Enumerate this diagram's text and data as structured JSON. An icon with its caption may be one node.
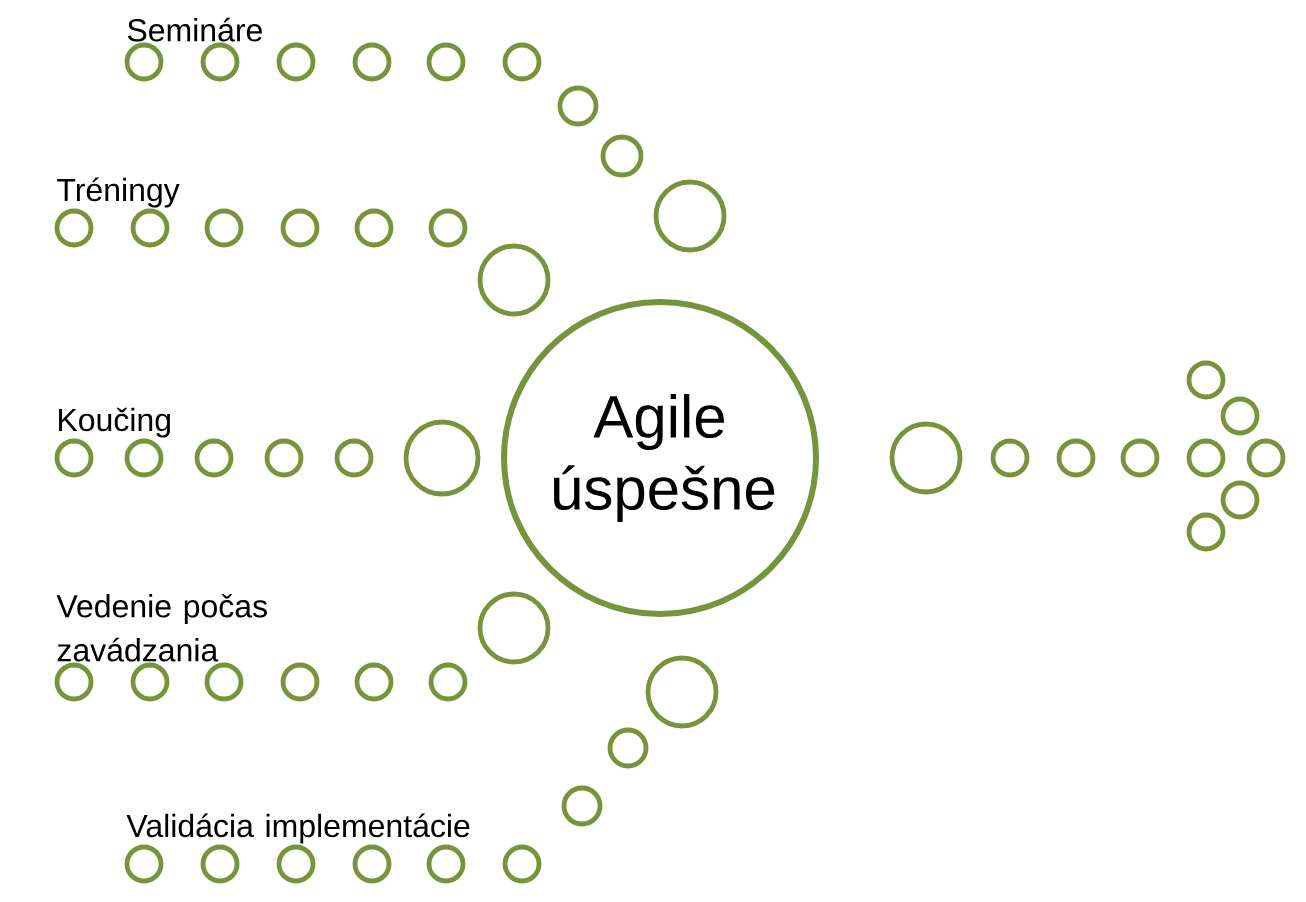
{
  "diagram": {
    "nodes": [
      {
        "text": [
          "Agile úspešne"
        ]
      }
    ],
    "labels": [
      "Semináre",
      "Tréningy",
      "Koučing",
      "Vedenie počas zavádzania",
      "Validácia implementácie"
    ]
  }
}
